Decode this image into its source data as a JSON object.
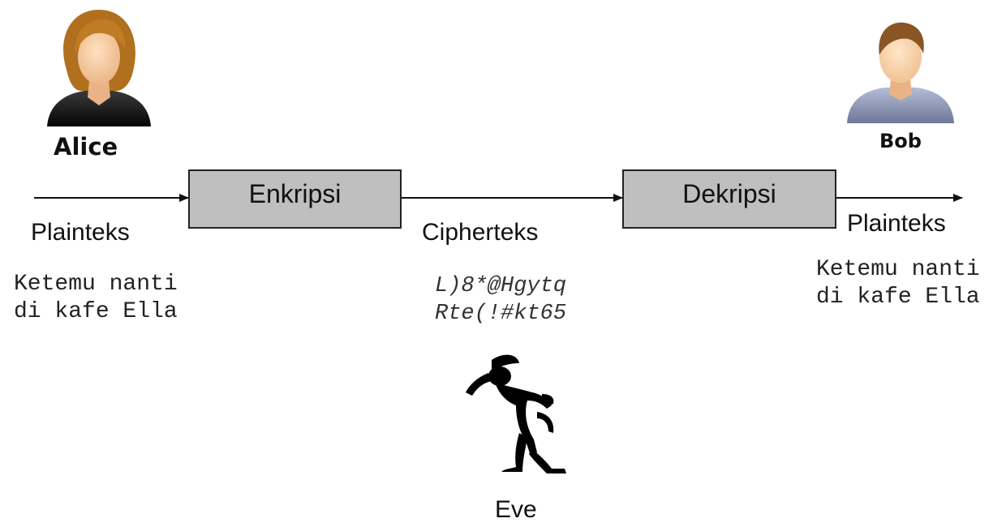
{
  "diagram": {
    "sender": {
      "name": "Alice",
      "icon": "woman-avatar-icon"
    },
    "receiver": {
      "name": "Bob",
      "icon": "man-avatar-icon"
    },
    "eavesdropper": {
      "name": "Eve",
      "icon": "eavesdropper-silhouette-icon"
    },
    "encrypt_box": {
      "label": "Enkripsi"
    },
    "decrypt_box": {
      "label": "Dekripsi"
    },
    "input": {
      "caption": "Plainteks",
      "line1": "Ketemu nanti",
      "line2": "di kafe Ella"
    },
    "middle": {
      "caption": "Cipherteks",
      "line1": "L)8*@Hgytq",
      "line2": "Rte(!#kt65"
    },
    "output": {
      "caption": "Plainteks",
      "line1": "Ketemu nanti",
      "line2": "di kafe Ella"
    },
    "colors": {
      "box_fill": "#bfbfbf",
      "alice_hair": "#b0701e",
      "bob_hair": "#8a5524",
      "bob_shirt": "#8e98b8",
      "skin": "#f6c99a"
    }
  }
}
